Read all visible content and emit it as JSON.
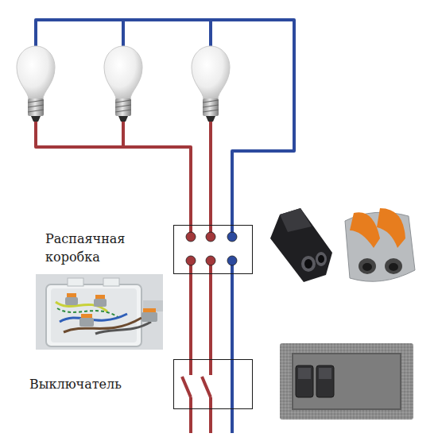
{
  "diagram": {
    "nodes": [
      {
        "text": [
          "Распаячная коробка"
        ]
      },
      {
        "text": [
          "Выключатель"
        ]
      }
    ],
    "edges": [
      {
        "from": 0,
        "to": 1,
        "arrow": "none"
      },
      {
        "from": 0,
        "to": 1,
        "arrow": "none"
      },
      {
        "from": 0,
        "to": 1,
        "arrow": "none"
      }
    ]
  }
}
